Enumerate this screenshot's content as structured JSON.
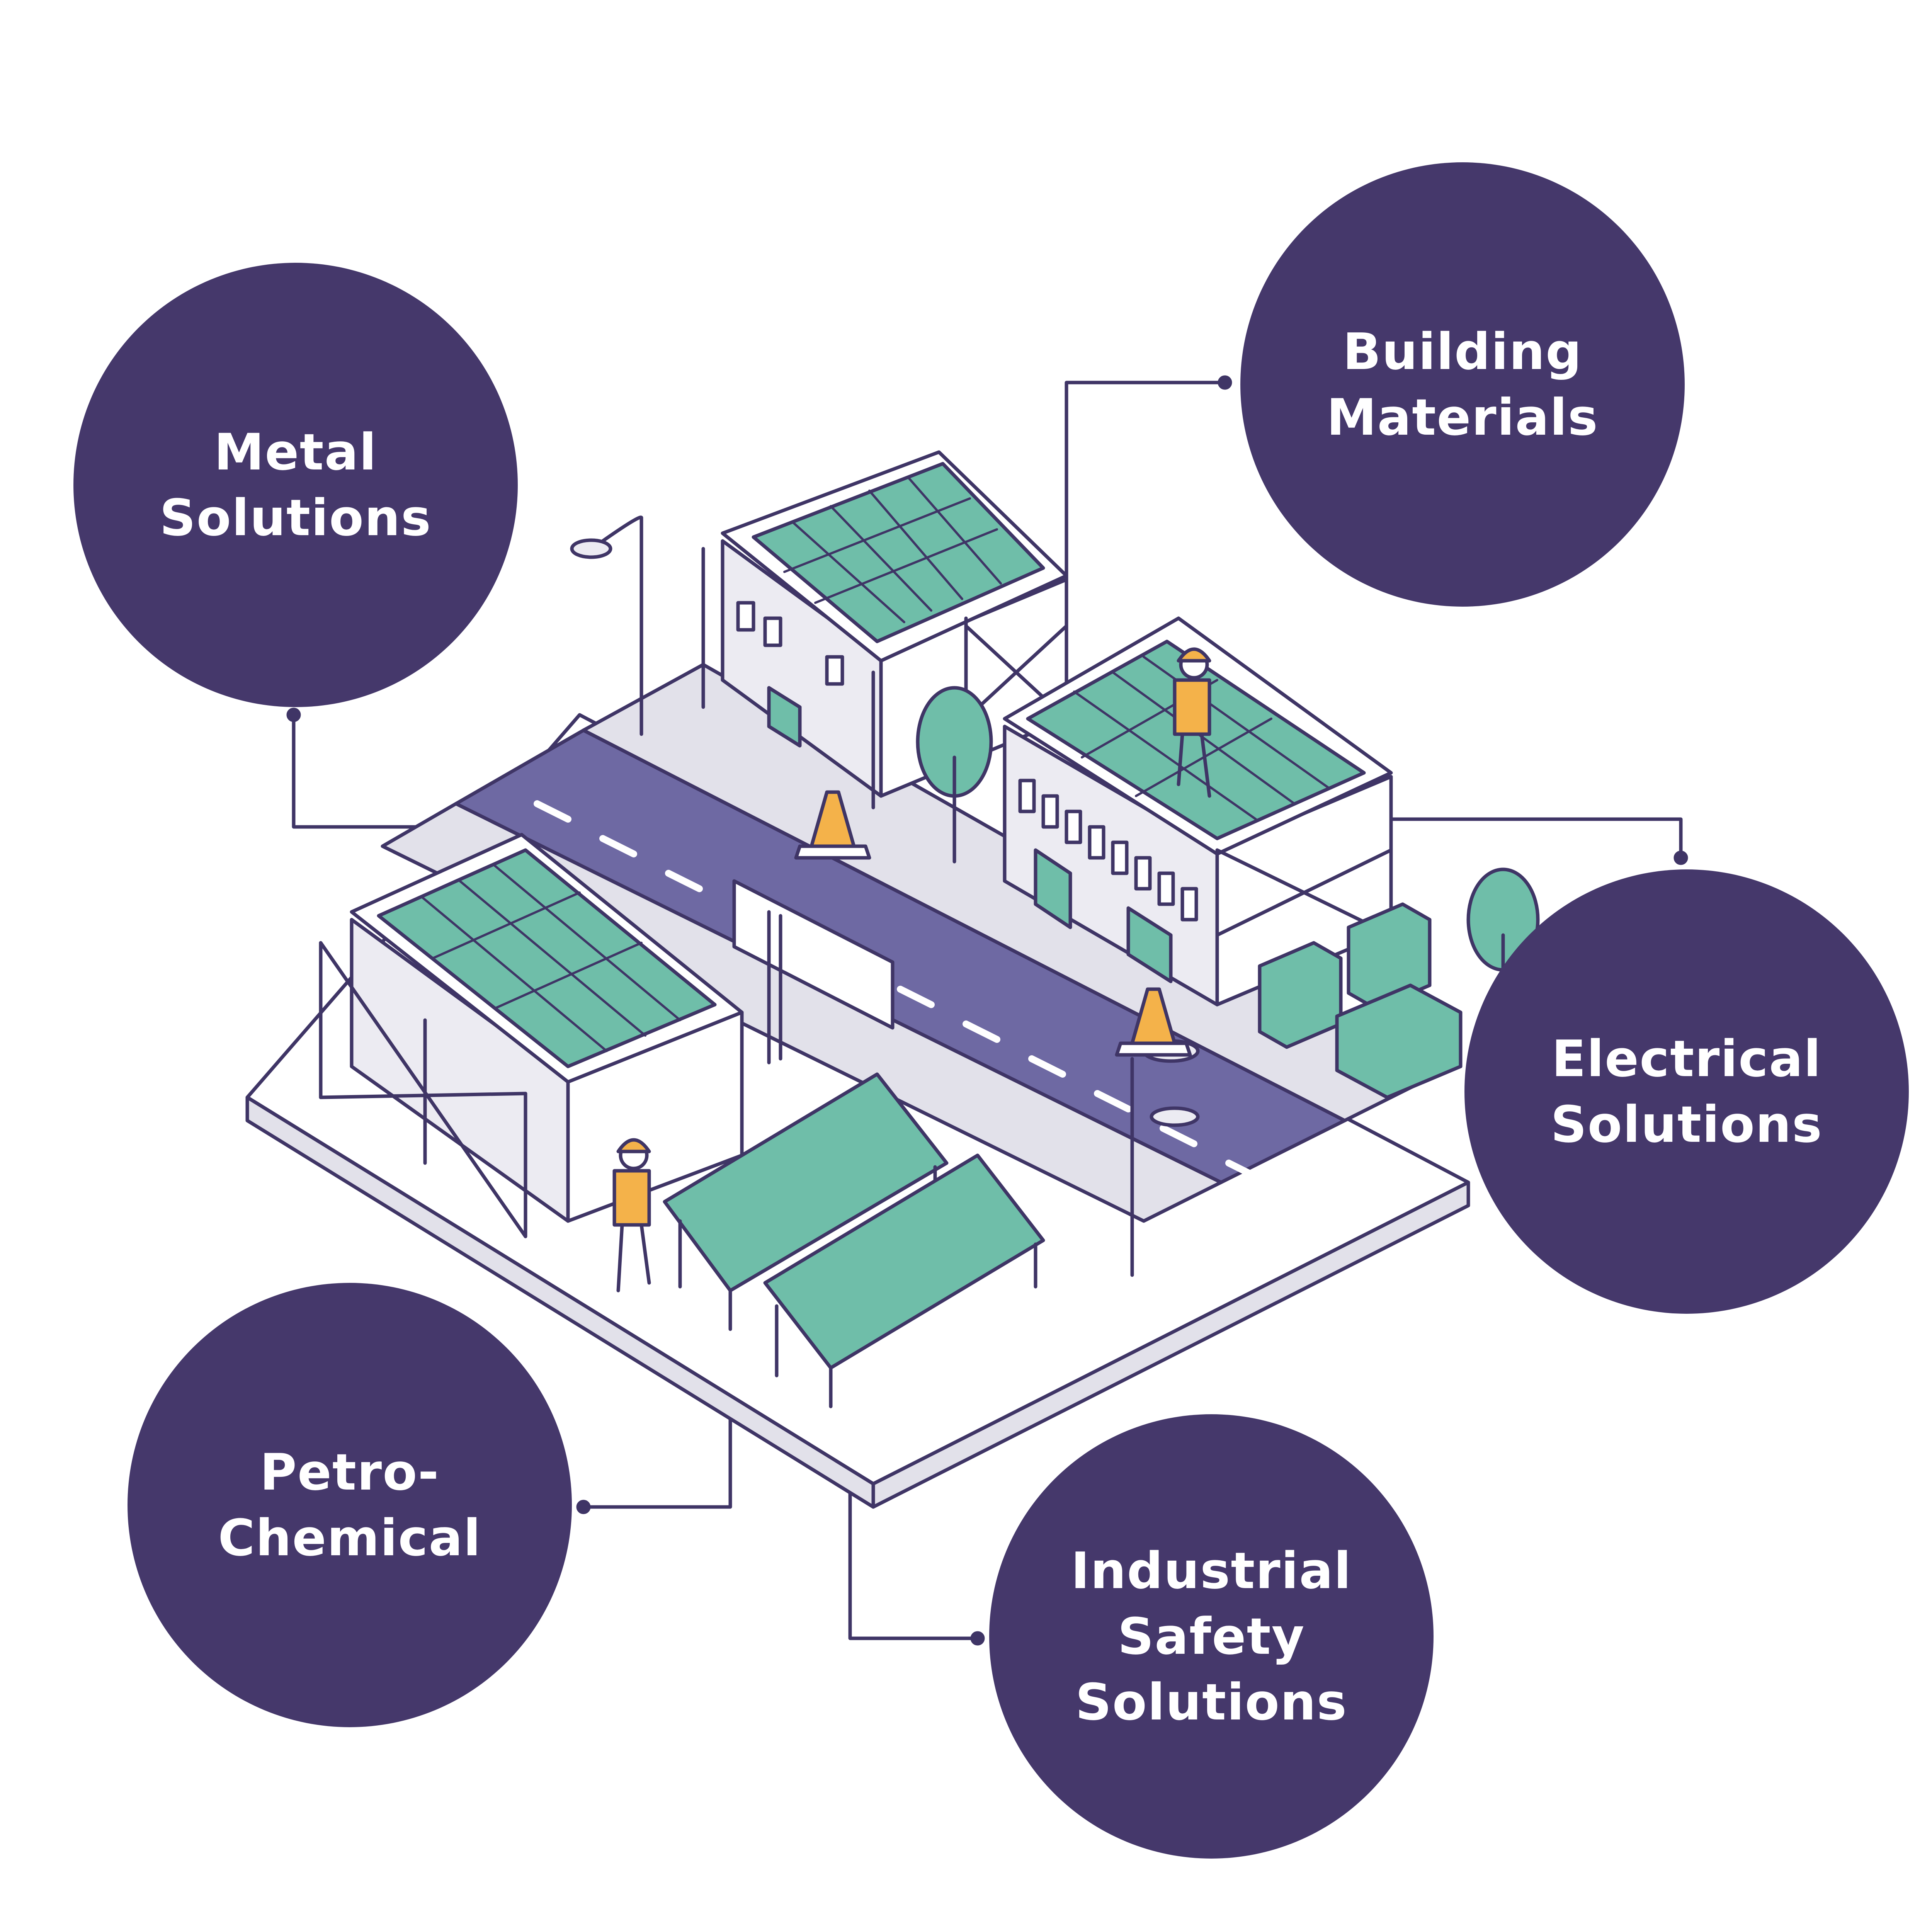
{
  "colors": {
    "bubble": "#45386b",
    "outline": "#3f3566",
    "panel": "#6fbea9",
    "road": "#6e69a3",
    "building": "#ecebf2",
    "sidewalk": "#e2e1ea",
    "tree": "#6fbea9",
    "cone": "#f4b24a",
    "vest": "#f4b24a",
    "lane": "#ffffff"
  },
  "icons": {
    "building_back": "warehouse-icon",
    "building_right": "warehouse-icon",
    "building_front": "warehouse-icon",
    "solar_panel": "solar-panel-icon",
    "worker": "construction-worker-icon",
    "cone": "traffic-cone-icon",
    "street_lamp": "street-lamp-icon",
    "tree": "tree-icon",
    "transformer": "electrical-cabinet-icon",
    "billboard": "billboard-icon"
  },
  "categories": [
    {
      "id": "metal",
      "lines": [
        "Metal",
        "Solutions"
      ]
    },
    {
      "id": "building",
      "lines": [
        "Building",
        "Materials"
      ]
    },
    {
      "id": "electrical",
      "lines": [
        "Electrical",
        "Solutions"
      ]
    },
    {
      "id": "petro",
      "lines": [
        "Petro-",
        "Chemical"
      ]
    },
    {
      "id": "safety",
      "lines": [
        "Industrial",
        "Safety",
        "Solutions"
      ]
    }
  ]
}
